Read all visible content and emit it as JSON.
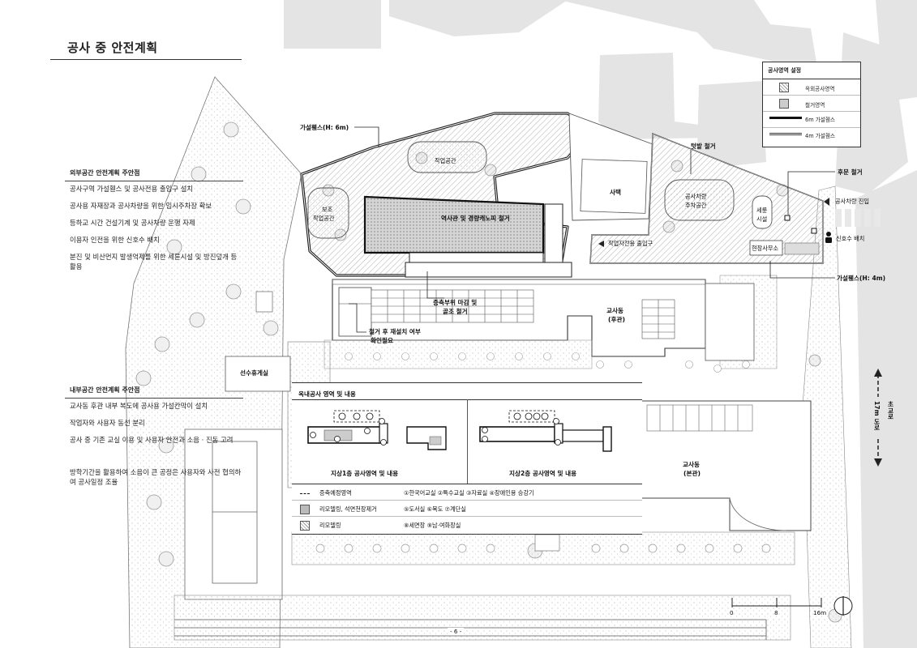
{
  "page_title": "공사 중 안전계획",
  "external": {
    "heading": "외부공간 안전계획 주안점",
    "items": [
      "공사구역 가설휀스 및 공사전용 출입구 설치",
      "공사용 자재장과 공사차량을 위한 임시주차장 확보",
      "등하교 시간 건설기계 및 공사차량 운행 자제",
      "이용자 인전을 위한 신호수 배치",
      "분진 및 비산먼지 발생억제를 위한 세륜시설 및 방진덮개 등 활용"
    ]
  },
  "internal": {
    "heading": "내부공간 안전계획 주안점",
    "items": [
      "교사동 후관 내부 복도에 공사용 가설칸막이 설치",
      "작업자와 사용자 동선 분리",
      "공사 중 기존 교실 이용 및 사용자 안전과 소음 · 진동 고려",
      "방학기간을 활용하여 소음이 큰 공정은 사용자와 사전 협의하여 공사일정 조율"
    ]
  },
  "legend": {
    "title": "공사영역 설정",
    "rows": [
      "옥외공사영역",
      "철거영역",
      "6m 가설휀스",
      "4m 가설휀스"
    ]
  },
  "site_labels": {
    "fence_6m": "가설휀스(H: 6m)",
    "fence_4m": "가설휀스(H: 4m)",
    "work_space": "작업공간",
    "aux_work_space_1": "보조",
    "aux_work_space_2": "작업공간",
    "demolish_main": "역사관 및 경량캐노피 철거",
    "house": "사택",
    "garden_demolish": "텃밭 철거",
    "vehicle_parking_1": "공사차량",
    "vehicle_parking_2": "주차공간",
    "wash_facility_1": "세륜",
    "wash_facility_2": "시설",
    "rear_gate_demolish": "후문 철거",
    "vehicle_entry": "공사차량 진입",
    "signalman": "신호수 배치",
    "worker_entrance": "작업자전용 출입구",
    "site_office": "현장사무소",
    "extension_1": "증축부위 마감 및",
    "extension_2": "골조 철거",
    "reinstall_1": "철거 후 재설치 여부",
    "reinstall_2": "확인필요",
    "school_rear_1": "교사동",
    "school_rear_2": "(후관)",
    "school_main_1": "교사동",
    "school_main_2": "(본관)",
    "athlete_lounge": "선수휴게실",
    "road_1": "초교로",
    "road_2": "17m 도로"
  },
  "interior_panel": {
    "title": "옥내공사 영역 및 내용",
    "floor1": "지상1층 공사영역 및 내용",
    "floor2": "지상2층 공사영역 및 내용",
    "legend": [
      {
        "key": "증축예정영역",
        "desc": "①한국어교실 ②특수교실 ③자료실 ④장애인용 승강기"
      },
      {
        "key": "리모델링, 석면천장제거",
        "desc": "⑤도서실 ⑥복도 ⑦계단실"
      },
      {
        "key": "리모델링",
        "desc": "⑧세면장 ⑨남·여화장실"
      }
    ]
  },
  "scale": {
    "ticks": [
      "0",
      "8",
      "16m"
    ]
  },
  "page_number": "- 6 -"
}
